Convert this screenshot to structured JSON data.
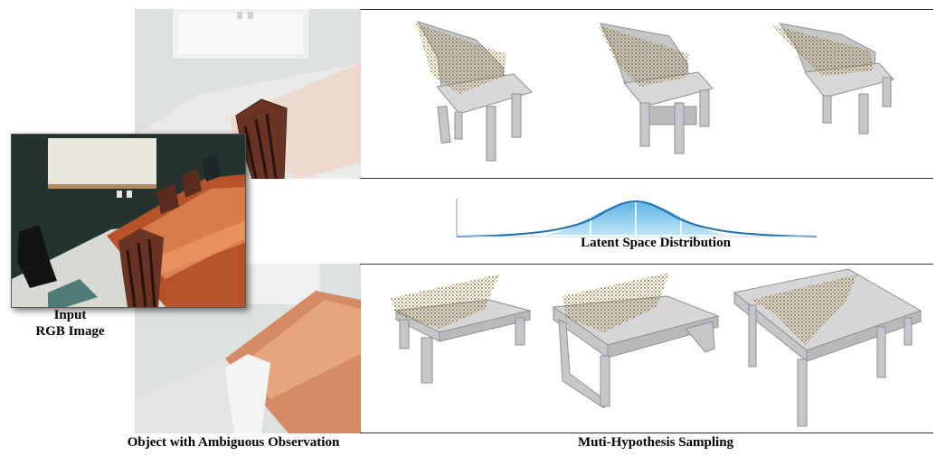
{
  "input_label_line1": "Input",
  "input_label_line2": "RGB Image",
  "left_caption": "Object with Ambiguous Observation",
  "right_caption": "Muti-Hypothesis Sampling",
  "latent_label": "Latent Space Distribution",
  "icons": [
    "chair-render",
    "table-render",
    "point-cloud",
    "gaussian-curve"
  ],
  "colors": {
    "point_cloud": "#8a6414",
    "mesh": "#c4c6c8",
    "curve": "#1f6fb0",
    "curve_fill": "#7cc3ea",
    "table_wood": "#b5532a",
    "wall": "#2d3b3a"
  }
}
